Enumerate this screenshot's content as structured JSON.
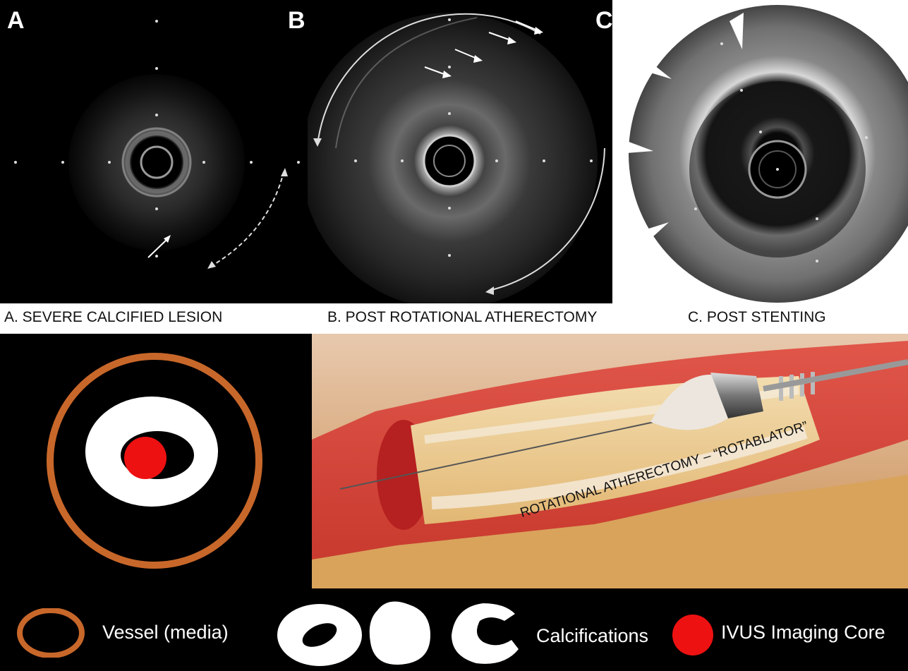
{
  "panels": {
    "a": {
      "letter": "A",
      "caption": "A. SEVERE CALCIFIED LESION"
    },
    "b": {
      "letter": "B",
      "caption": "B. POST ROTATIONAL ATHERECTOMY"
    },
    "c": {
      "letter": "C",
      "caption": "C. POST STENTING"
    }
  },
  "illustration": {
    "label": "ROTATIONAL ATHERECTOMY – “ROTABLATOR”"
  },
  "legend": {
    "vessel_label": "Vessel (media)",
    "calcifications_label": "Calcifications",
    "core_label": "IVUS Imaging Core"
  },
  "colors": {
    "vessel": "#c8672a",
    "calcification": "#ffffff",
    "core": "#ee1111",
    "background": "#000000"
  }
}
